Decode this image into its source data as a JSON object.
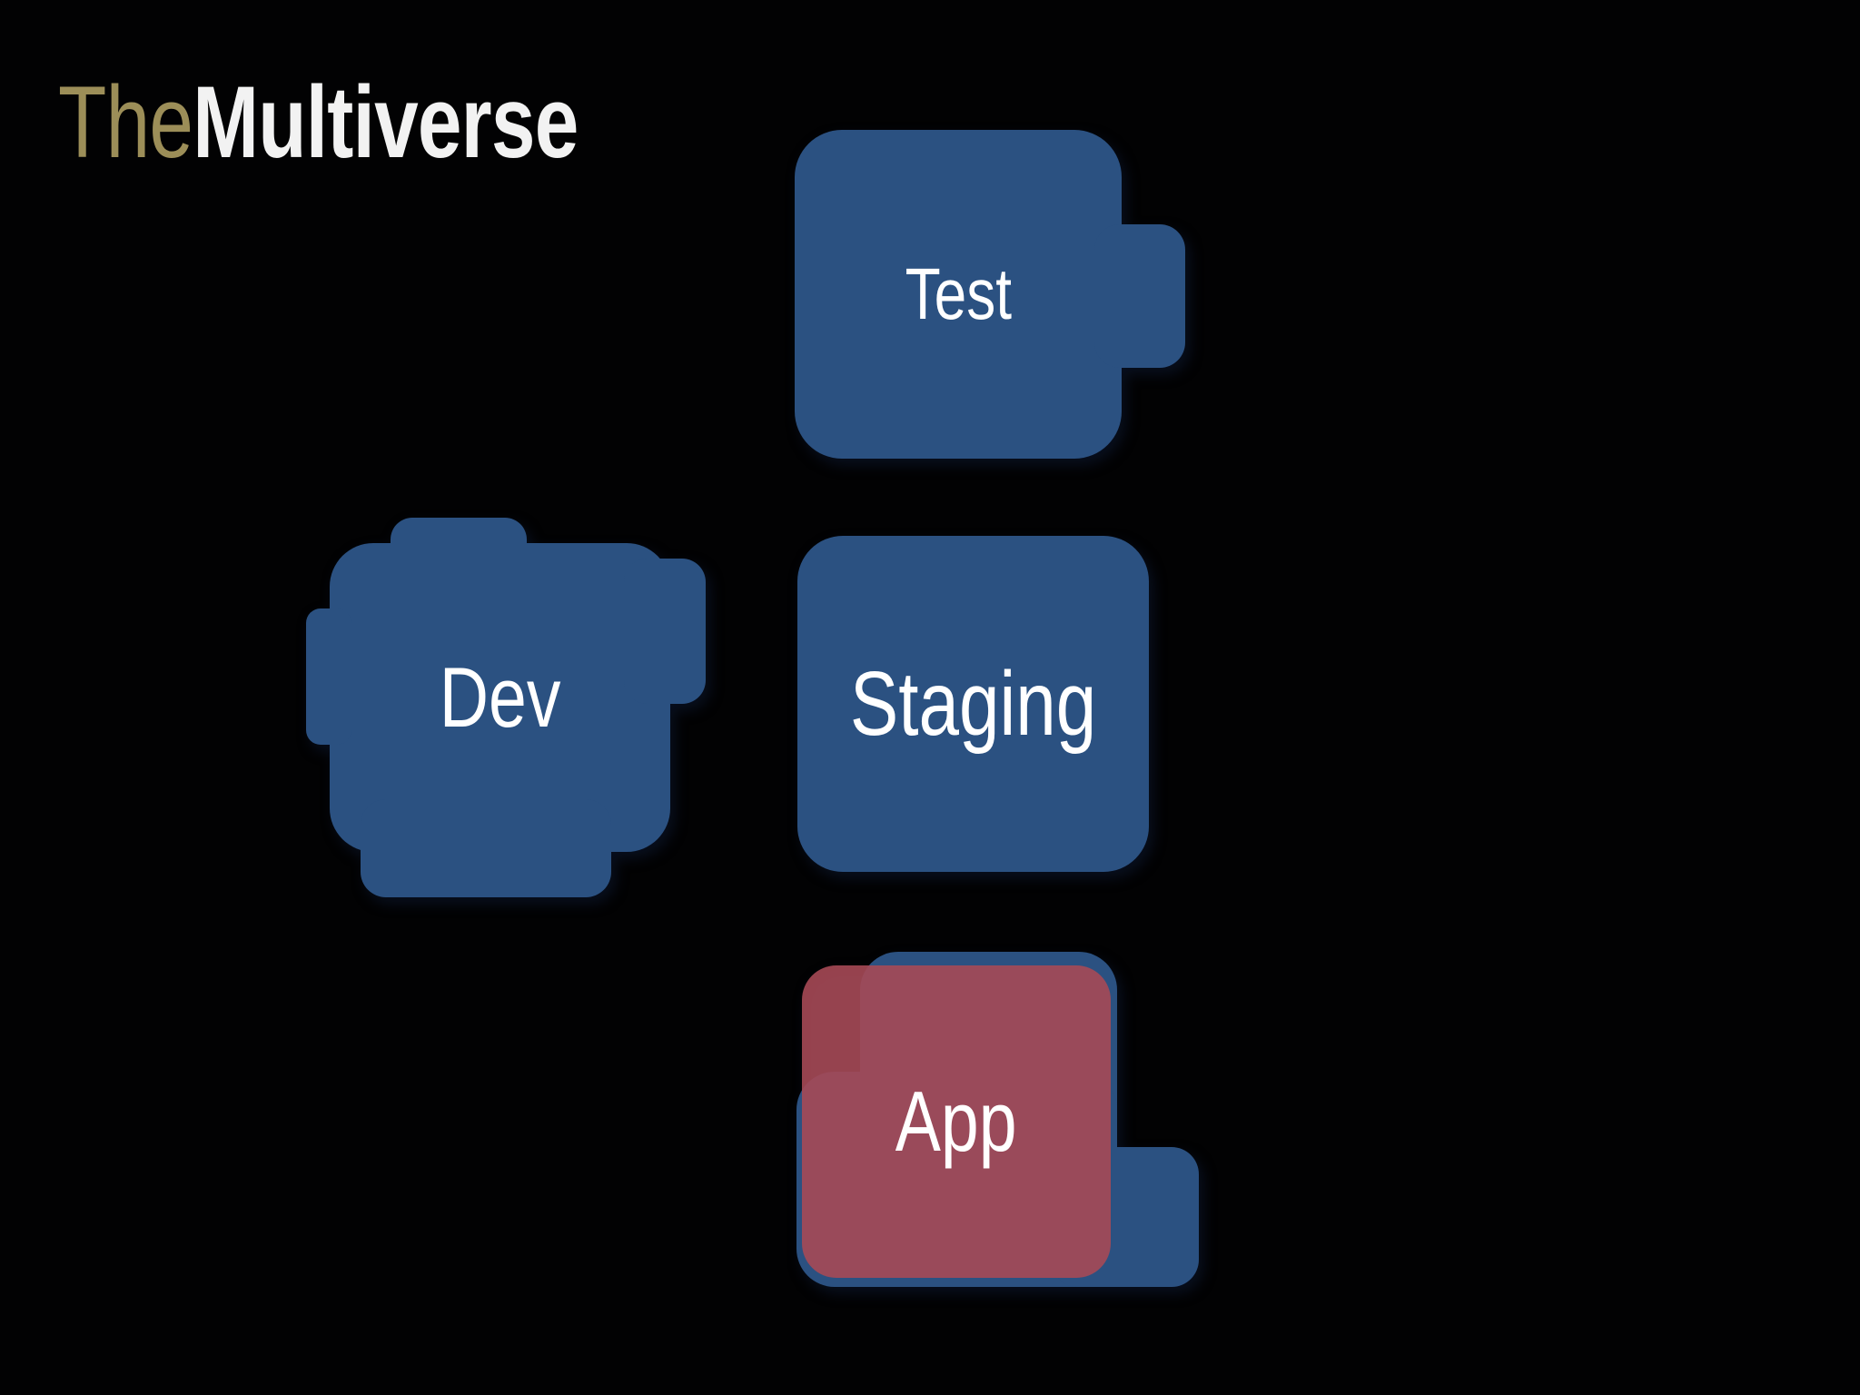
{
  "slide": {
    "background": "#020203",
    "title": {
      "prefix": "The",
      "emphasis": "Multiverse"
    }
  },
  "colors": {
    "block_blue": "#2b5181",
    "block_red": "#a6515c",
    "red_overlay": "rgba(166,73,85,0.9)",
    "title_gold": "#9c8e58",
    "title_white": "#f2f2f2",
    "label_white": "#ffffff",
    "bg": "#020203"
  },
  "blocks": [
    {
      "id": "test",
      "label": "Test"
    },
    {
      "id": "dev",
      "label": "Dev"
    },
    {
      "id": "staging",
      "label": "Staging"
    },
    {
      "id": "app",
      "label": "App"
    }
  ]
}
